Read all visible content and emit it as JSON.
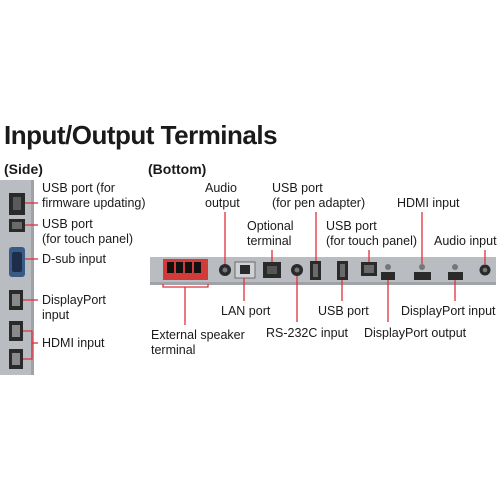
{
  "title": "Input/Output Terminals",
  "sections": {
    "side": "(Side)",
    "bottom": "(Bottom)"
  },
  "side_labels": {
    "usb_firmware": [
      "USB port (for",
      "firmware updating)"
    ],
    "usb_touch": [
      "USB port",
      "(for touch panel)"
    ],
    "dsub": "D-sub input",
    "displayport": [
      "DisplayPort",
      "input"
    ],
    "hdmi": "HDMI input"
  },
  "bottom_labels": {
    "audio_output": [
      "Audio",
      "output"
    ],
    "usb_pen": [
      "USB port",
      "(for pen adapter)"
    ],
    "optional_terminal": [
      "Optional",
      "terminal"
    ],
    "usb_touch": [
      "USB port",
      "(for touch panel)"
    ],
    "hdmi_input": "HDMI input",
    "audio_input": "Audio input",
    "lan_port": "LAN port",
    "usb_port": "USB port",
    "displayport_input": "DisplayPort input",
    "rs232c_input": "RS-232C input",
    "displayport_output": "DisplayPort output",
    "external_speaker": [
      "External speaker",
      "terminal"
    ]
  },
  "colors": {
    "leader": "#e0303a",
    "panel": "#b9bcc0",
    "port": "#2a2a2a"
  }
}
